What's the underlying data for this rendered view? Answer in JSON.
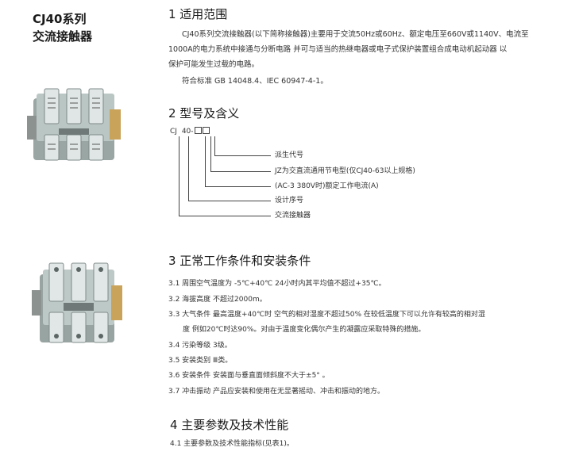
{
  "product_title": {
    "line1": "CJ40系列",
    "line2": "交流接触器"
  },
  "section1": {
    "heading": "1 适用范围",
    "paragraph": [
      "CJ40系列交流接触器(以下简称接触器)主要用于交流50Hz或60Hz、额定电压至660V或1140V、电流至",
      "1000A的电力系统中接通与分断电路   并可与适当的热继电器或电子式保护装置组合成电动机起动器   以",
      "保护可能发生过载的电路。"
    ],
    "standard": "符合标准   GB 14048.4、IEC 60947-4-1。"
  },
  "section2": {
    "heading": "2 型号及含义",
    "model_code": {
      "prefix": "CJ",
      "number": "40-"
    },
    "legend": [
      "派生代号",
      "JZ为交直流通用节电型(仅CJ40-63以上规格)",
      "(AC-3    380V时)额定工作电流(A)",
      "设计序号",
      "交流接触器"
    ]
  },
  "section3": {
    "heading": "3 正常工作条件和安装条件",
    "items": [
      "3.1 周围空气温度为    -5℃+40℃    24小时内其平均值不超过+35℃。",
      "3.2 海拔高度    不超过2000m。",
      "3.3 大气条件    最高温度+40℃时    空气的相对湿度不超过50%    在较低温度下可以允许有较高的相对湿",
      "度    例如20℃时达90%。对由于温度变化偶尔产生的凝露应采取特殊的措施。",
      "3.4 污染等级    3级。",
      "3.5 安装类别    Ⅲ类。",
      "3.6 安装条件    安装面与垂直面倾斜度不大于±5°  。",
      "3.7 冲击振动    产品应安装和使用在无显著摇动、冲击和振动的地方。"
    ]
  },
  "section4": {
    "heading": "4 主要参数及技术性能",
    "item": "4.1 主要参数及技术性能指标(见表1)。"
  },
  "images": {
    "photo1": "contactor-photo-three-pole",
    "photo2": "contactor-photo-three-pole-front"
  }
}
